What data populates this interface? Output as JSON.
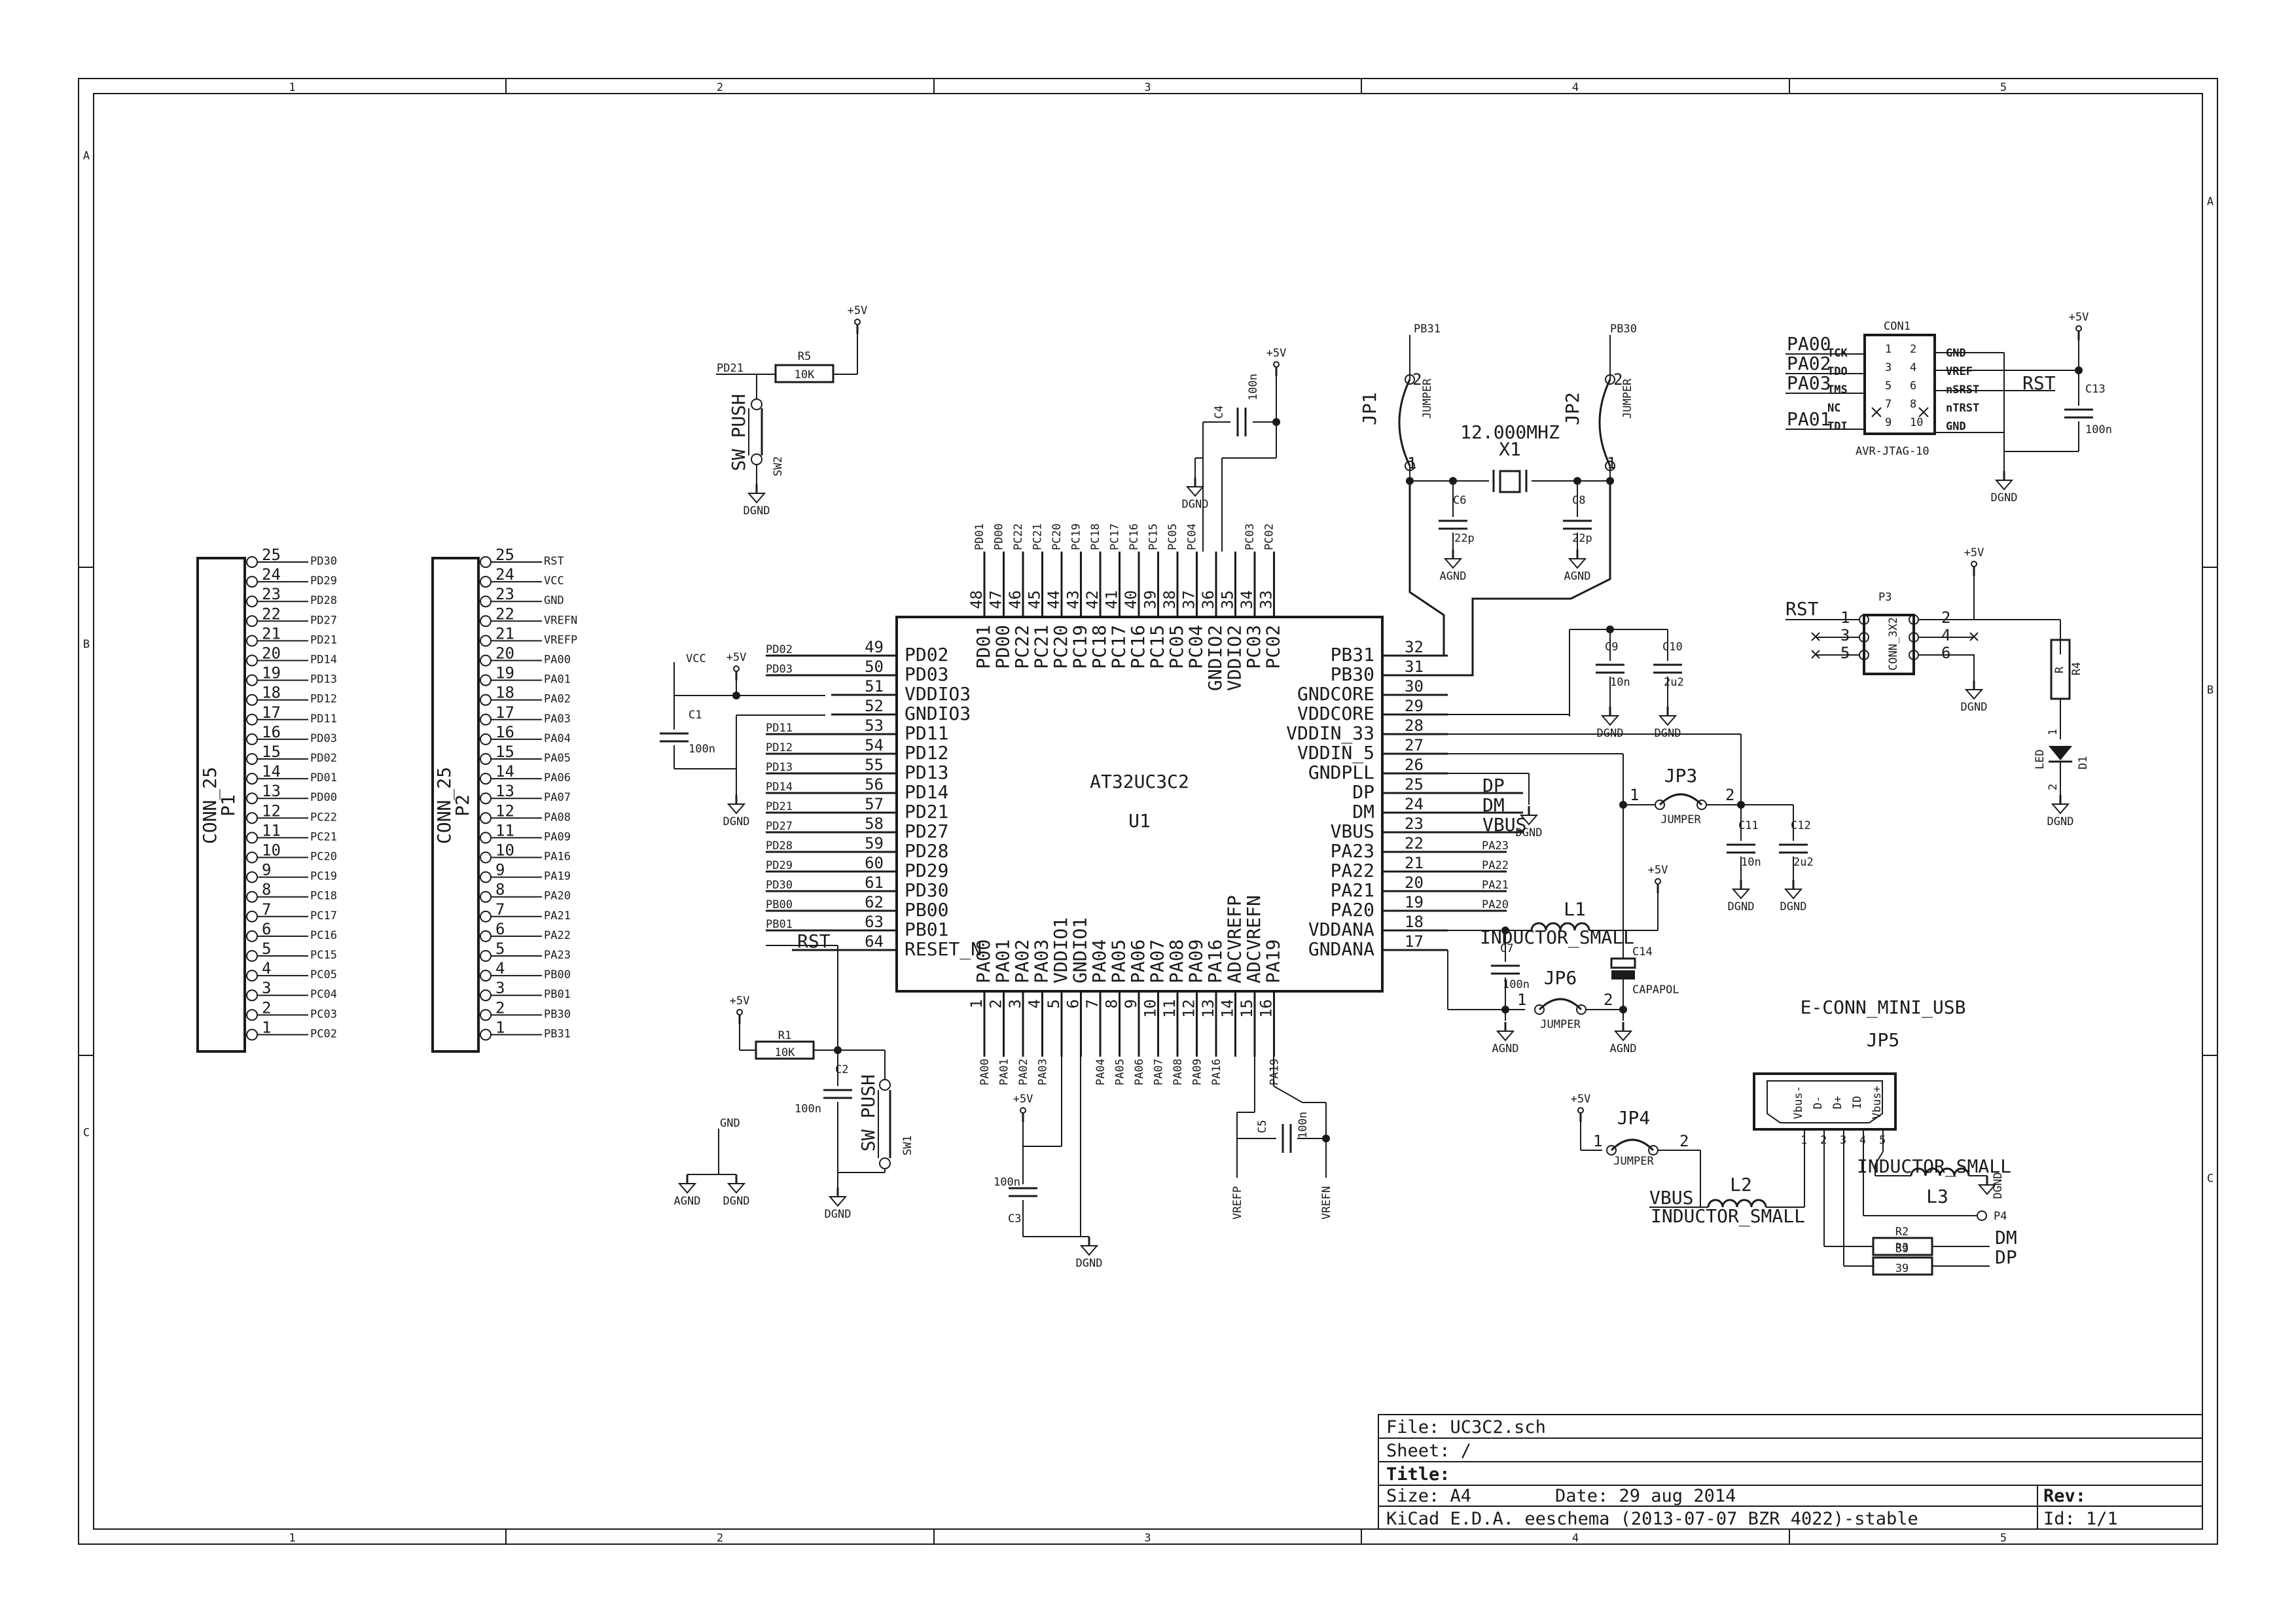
{
  "frame": {
    "cols": [
      "1",
      "2",
      "3",
      "4",
      "5"
    ],
    "rows": [
      "A",
      "B",
      "C"
    ]
  },
  "title_block": {
    "file": "File: UC3C2.sch",
    "sheet": "Sheet: /",
    "title": "Title:",
    "size": "Size: A4",
    "date": "Date: 29 aug 2014",
    "rev": "Rev:",
    "tool": "KiCad E.D.A.  eeschema (2013-07-07 BZR 4022)-stable",
    "id": "Id: 1/1"
  },
  "u1": {
    "name": "AT32UC3C2",
    "ref": "U1",
    "left": [
      [
        "49",
        "PD02"
      ],
      [
        "50",
        "PD03"
      ],
      [
        "51",
        "VDDIO3"
      ],
      [
        "52",
        "GNDIO3"
      ],
      [
        "53",
        "PD11"
      ],
      [
        "54",
        "PD12"
      ],
      [
        "55",
        "PD13"
      ],
      [
        "56",
        "PD14"
      ],
      [
        "57",
        "PD21"
      ],
      [
        "58",
        "PD27"
      ],
      [
        "59",
        "PD28"
      ],
      [
        "60",
        "PD29"
      ],
      [
        "61",
        "PD30"
      ],
      [
        "62",
        "PB00"
      ],
      [
        "63",
        "PB01"
      ],
      [
        "64",
        "RESET_N"
      ]
    ],
    "left_nets": [
      "PD02",
      "PD03",
      "",
      "",
      "PD11",
      "PD12",
      "PD13",
      "PD14",
      "PD21",
      "PD27",
      "PD28",
      "PD29",
      "PD30",
      "PB00",
      "PB01",
      "RST"
    ],
    "right": [
      [
        "32",
        "PB31"
      ],
      [
        "31",
        "PB30"
      ],
      [
        "30",
        "GNDCORE"
      ],
      [
        "29",
        "VDDCORE"
      ],
      [
        "28",
        "VDDIN_33"
      ],
      [
        "27",
        "VDDIN_5"
      ],
      [
        "26",
        "GNDPLL"
      ],
      [
        "25",
        "DP"
      ],
      [
        "24",
        "DM"
      ],
      [
        "23",
        "VBUS"
      ],
      [
        "22",
        "PA23"
      ],
      [
        "21",
        "PA22"
      ],
      [
        "20",
        "PA21"
      ],
      [
        "19",
        "PA20"
      ],
      [
        "18",
        "VDDANA"
      ],
      [
        "17",
        "GNDANA"
      ]
    ],
    "right_nets": [
      "",
      "",
      "",
      "",
      "",
      "",
      "",
      "DP",
      "DM",
      "VBUS",
      "PA23",
      "PA22",
      "PA21",
      "PA20",
      "",
      ""
    ],
    "top": [
      [
        "48",
        "PD01"
      ],
      [
        "47",
        "PD00"
      ],
      [
        "46",
        "PC22"
      ],
      [
        "45",
        "PC21"
      ],
      [
        "44",
        "PC20"
      ],
      [
        "43",
        "PC19"
      ],
      [
        "42",
        "PC18"
      ],
      [
        "41",
        "PC17"
      ],
      [
        "40",
        "PC16"
      ],
      [
        "39",
        "PC15"
      ],
      [
        "38",
        "PC05"
      ],
      [
        "37",
        "PC04"
      ],
      [
        "36",
        "GNDIO2"
      ],
      [
        "35",
        "VDDIO2"
      ],
      [
        "34",
        "PC03"
      ],
      [
        "33",
        "PC02"
      ]
    ],
    "top_nets": [
      "PD01",
      "PD00",
      "PC22",
      "PC21",
      "PC20",
      "PC19",
      "PC18",
      "PC17",
      "PC16",
      "PC15",
      "PC05",
      "PC04",
      "",
      "",
      "PC03",
      "PC02"
    ],
    "bottom": [
      [
        "1",
        "PA00"
      ],
      [
        "2",
        "PA01"
      ],
      [
        "3",
        "PA02"
      ],
      [
        "4",
        "PA03"
      ],
      [
        "5",
        "VDDIO1"
      ],
      [
        "6",
        "GNDIO1"
      ],
      [
        "7",
        "PA04"
      ],
      [
        "8",
        "PA05"
      ],
      [
        "9",
        "PA06"
      ],
      [
        "10",
        "PA07"
      ],
      [
        "11",
        "PA08"
      ],
      [
        "12",
        "PA09"
      ],
      [
        "13",
        "PA16"
      ],
      [
        "14",
        "ADCVREFP"
      ],
      [
        "15",
        "ADCVREFN"
      ],
      [
        "16",
        "PA19"
      ]
    ],
    "bottom_nets": [
      "PA00",
      "PA01",
      "PA02",
      "PA03",
      "",
      "",
      "PA04",
      "PA05",
      "PA06",
      "PA07",
      "PA08",
      "PA09",
      "PA16",
      "",
      "",
      "PA19"
    ]
  },
  "p1": {
    "ref": "P1",
    "value": "CONN_25",
    "pins": [
      "25",
      "24",
      "23",
      "22",
      "21",
      "20",
      "19",
      "18",
      "17",
      "16",
      "15",
      "14",
      "13",
      "12",
      "11",
      "10",
      "9",
      "8",
      "7",
      "6",
      "5",
      "4",
      "3",
      "2",
      "1"
    ],
    "nets": [
      "PD30",
      "PD29",
      "PD28",
      "PD27",
      "PD21",
      "PD14",
      "PD13",
      "PD12",
      "PD11",
      "PD03",
      "PD02",
      "PD01",
      "PD00",
      "PC22",
      "PC21",
      "PC20",
      "PC19",
      "PC18",
      "PC17",
      "PC16",
      "PC15",
      "PC05",
      "PC04",
      "PC03",
      "PC02"
    ]
  },
  "p2": {
    "ref": "P2",
    "value": "CONN_25",
    "pins": [
      "25",
      "24",
      "23",
      "22",
      "21",
      "20",
      "19",
      "18",
      "17",
      "16",
      "15",
      "14",
      "13",
      "12",
      "11",
      "10",
      "9",
      "8",
      "7",
      "6",
      "5",
      "4",
      "3",
      "2",
      "1"
    ],
    "nets": [
      "RST",
      "VCC",
      "GND",
      "VREFN",
      "VREFP",
      "PA00",
      "PA01",
      "PA02",
      "PA03",
      "PA04",
      "PA05",
      "PA06",
      "PA07",
      "PA08",
      "PA09",
      "PA16",
      "PA19",
      "PA20",
      "PA21",
      "PA22",
      "PA23",
      "PB00",
      "PB01",
      "PB30",
      "PB31"
    ]
  },
  "con1": {
    "ref": "CON1",
    "value": "AVR-JTAG-10",
    "left_names": [
      "TCK",
      "TDO",
      "TMS",
      "NC",
      "TDI"
    ],
    "left_nums": [
      "1",
      "3",
      "5",
      "7",
      "9"
    ],
    "right_nums": [
      "2",
      "4",
      "6",
      "8",
      "10"
    ],
    "right_names": [
      "GND",
      "VREF",
      "nSRST",
      "nTRST",
      "GND"
    ],
    "left_nets": [
      "PA00",
      "PA02",
      "PA03",
      "PA01"
    ],
    "rst": "RST"
  },
  "p3": {
    "ref": "P3",
    "value": "CONN_3X2",
    "left": [
      "1",
      "3",
      "5"
    ],
    "right": [
      "2",
      "4",
      "6"
    ],
    "rst": "RST"
  },
  "jp5": {
    "title": "E-CONN_MINI_USB",
    "ref": "JP5",
    "pins": [
      "Vbus-",
      "D-",
      "D+",
      "ID",
      "Vbus+"
    ],
    "nums": [
      "1",
      "2",
      "3",
      "4",
      "5"
    ]
  },
  "parts": {
    "r5": {
      "ref": "R5",
      "val": "10K"
    },
    "r1": {
      "ref": "R1",
      "val": "10K"
    },
    "r4": {
      "ref": "R4",
      "val": "R"
    },
    "r2": {
      "ref": "R2",
      "val": "39"
    },
    "r3": {
      "ref": "R3",
      "val": "39"
    },
    "sw2": {
      "ref": "SW2",
      "val": "SW_PUSH"
    },
    "sw1": {
      "ref": "SW1",
      "val": "SW_PUSH"
    },
    "c1": {
      "ref": "C1",
      "val": "100n"
    },
    "c2": {
      "ref": "C2",
      "val": "100n"
    },
    "c3": {
      "ref": "C3",
      "val": "100n"
    },
    "c4": {
      "ref": "C4",
      "val": "100n"
    },
    "c5": {
      "ref": "C5",
      "val": "100n"
    },
    "c6": {
      "ref": "C6",
      "val": "22p"
    },
    "c7": {
      "ref": "C7",
      "val": "100n"
    },
    "c8": {
      "ref": "C8",
      "val": "22p"
    },
    "c9": {
      "ref": "C9",
      "val": "10n"
    },
    "c10": {
      "ref": "C10",
      "val": "2u2"
    },
    "c11": {
      "ref": "C11",
      "val": "10n"
    },
    "c12": {
      "ref": "C12",
      "val": "2u2"
    },
    "c13": {
      "ref": "C13",
      "val": "100n"
    },
    "c14": {
      "ref": "C14",
      "val": "CAPAPOL"
    },
    "x1": {
      "ref": "X1",
      "val": "12.000MHZ"
    },
    "jp1": {
      "ref": "JP1",
      "val": "JUMPER"
    },
    "jp2": {
      "ref": "JP2",
      "val": "JUMPER"
    },
    "jp3": {
      "ref": "JP3",
      "val": "JUMPER"
    },
    "jp4": {
      "ref": "JP4",
      "val": "JUMPER"
    },
    "jp6": {
      "ref": "JP6",
      "val": "JUMPER"
    },
    "l1": {
      "ref": "L1",
      "val": "INDUCTOR_SMALL"
    },
    "l2": {
      "ref": "L2",
      "val": "INDUCTOR_SMALL"
    },
    "l3": {
      "ref": "L3",
      "val": "INDUCTOR_SMALL"
    },
    "d1": {
      "ref": "D1",
      "val": "LED"
    },
    "p4": {
      "ref": "P4"
    }
  },
  "nets": {
    "vcc": "VCC",
    "gnd": "GND",
    "dgnd": "DGND",
    "agnd": "AGND",
    "p5v": "+5V",
    "rst": "RST",
    "vbus": "VBUS",
    "dm": "DM",
    "dp": "DP",
    "vrefp": "VREFP",
    "vrefn": "VREFN",
    "pb31": "PB31",
    "pb30": "PB30",
    "pd21": "PD21",
    "pa19": "PA19"
  }
}
